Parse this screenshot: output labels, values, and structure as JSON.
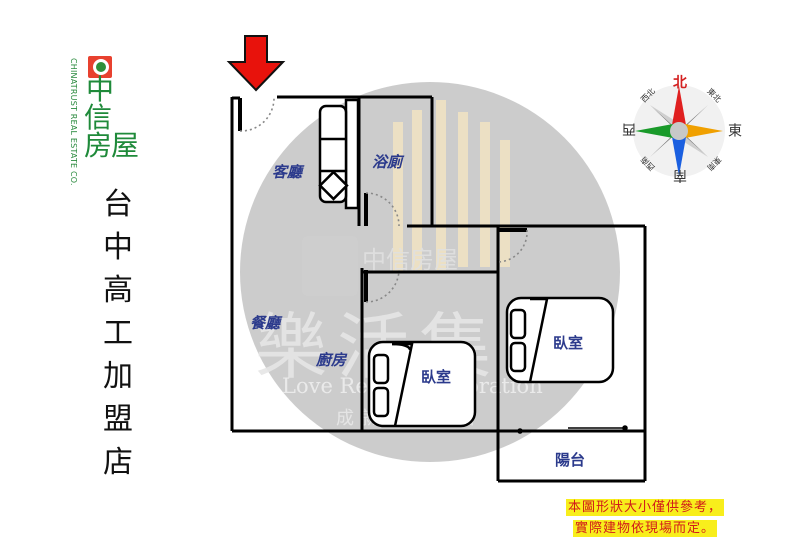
{
  "brand": {
    "logo_text_zh": [
      "中",
      "信",
      "房屋"
    ],
    "logo_text_en": "CHINATRUST REAL ESTATE CO.",
    "logo_color": "#1f8a3a",
    "logo_badge_color": "#e8412f"
  },
  "branch": {
    "name_chars": [
      "台",
      "中",
      "高",
      "工",
      "加",
      "盟",
      "店"
    ]
  },
  "watermark": {
    "title_zh": "樂活集",
    "subtitle_en": "Love Realty Corporation",
    "slogan_zh": "成就安居樂福",
    "brand_zh": "中信房屋"
  },
  "floor_plan": {
    "entrance_arrow_color": "#e8120c",
    "rooms": {
      "living_room": "客廳",
      "bathroom": "浴廁",
      "dining_room": "餐廳",
      "kitchen": "廚房",
      "bedroom_1": "臥室",
      "bedroom_2": "臥室",
      "balcony": "陽台"
    }
  },
  "compass": {
    "north": "北",
    "south": "南",
    "east": "東",
    "west": "西",
    "northeast": "東北",
    "northwest": "西北",
    "southeast": "東南",
    "southwest": "西南",
    "colors": {
      "north": "#e02020",
      "east": "#f0a000",
      "south": "#1a5fe0",
      "west": "#1a9a2a"
    }
  },
  "disclaimer": {
    "line1": "本圖形狀大小僅供參考，",
    "line2": "實際建物依現場而定。",
    "text_color": "#d11a1a",
    "highlight_color": "#f8ee1c"
  }
}
